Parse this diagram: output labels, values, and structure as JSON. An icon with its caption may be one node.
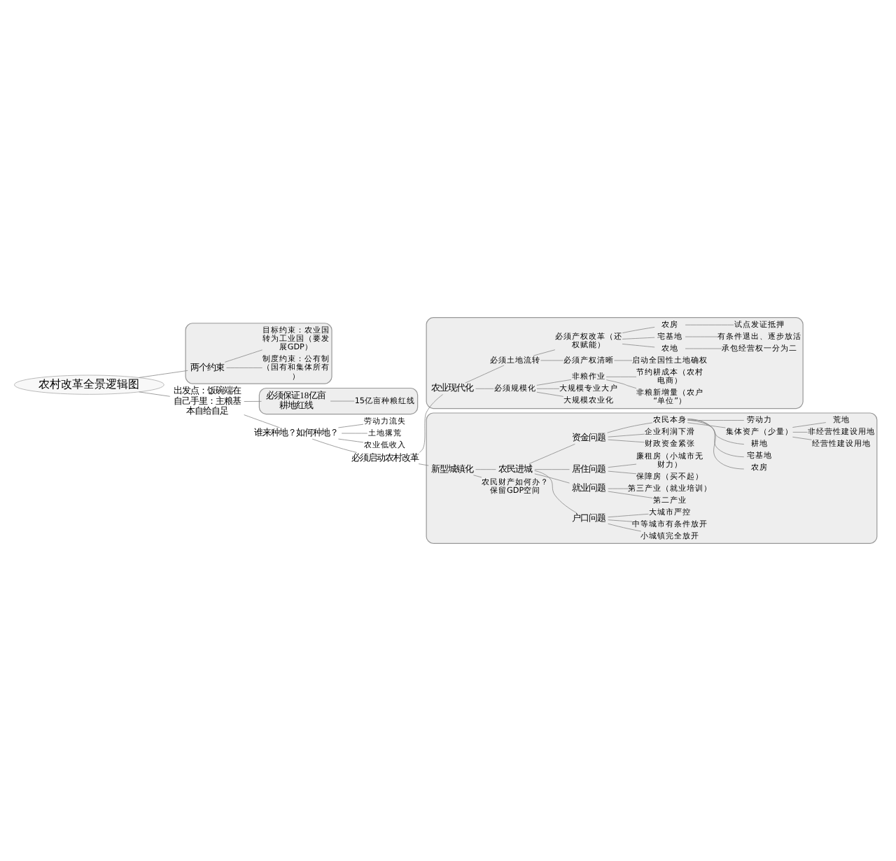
{
  "diagram": {
    "nodes": [
      {
        "text": [
          "农村改革全景逻辑图"
        ]
      },
      {
        "text": [],
        "shape": "cloud"
      },
      {
        "text": [
          "两个约束"
        ],
        "in": 1
      },
      {
        "text": [
          "制度约束：公有制（国有和集体所有）"
        ],
        "in": 1
      },
      {
        "text": [
          "目标约束：农业国转为工业国（要发展GDP）"
        ],
        "in": 1
      },
      {
        "text": [
          "出发点：饭碗端在自己手里：主粮基本自给自足"
        ]
      },
      {
        "text": [],
        "shape": "cloud"
      },
      {
        "text": [
          "必须保证18亿亩耕地红线"
        ],
        "in": 6
      },
      {
        "text": [
          "15亿亩种粮红线"
        ],
        "in": 6
      },
      {
        "text": [
          "谁来种地？如何种地？"
        ]
      },
      {
        "text": [
          "劳动力流失"
        ]
      },
      {
        "text": [
          "土地撂荒"
        ]
      },
      {
        "text": [
          "农业低收入"
        ]
      },
      {
        "text": [
          "必须启动农村改革"
        ]
      },
      {
        "text": [],
        "shape": "cloud"
      },
      {
        "text": [
          "农业现代化"
        ],
        "in": 14
      },
      {
        "text": [
          "必须规模化"
        ],
        "in": 14
      },
      {
        "text": [
          "大规模农业化"
        ],
        "in": 14
      },
      {
        "text": [
          "大规模专业大户"
        ],
        "in": 14
      },
      {
        "text": [
          "非粮作业"
        ],
        "in": 14
      },
      {
        "text": [
          "非粮新增量（农户“单位”）"
        ],
        "in": 14
      },
      {
        "text": [
          "节约耕成本（农村电商）"
        ],
        "in": 14
      },
      {
        "text": [
          "必须土地流转"
        ],
        "in": 14
      },
      {
        "text": [
          "必须产权清晰"
        ],
        "in": 14
      },
      {
        "text": [
          "启动全国性土地确权"
        ],
        "in": 14
      },
      {
        "text": [
          "必须产权改革（还权赋能）"
        ],
        "in": 14
      },
      {
        "text": [
          "农地"
        ],
        "in": 14
      },
      {
        "text": [
          "宅基地"
        ],
        "in": 14
      },
      {
        "text": [
          "农房"
        ],
        "in": 14
      },
      {
        "text": [
          "承包经营权一分为二"
        ],
        "in": 14
      },
      {
        "text": [
          "有条件退出、逐步放活"
        ],
        "in": 14
      },
      {
        "text": [
          "试点发证抵押"
        ],
        "in": 14
      },
      {
        "text": [],
        "shape": "cloud"
      },
      {
        "text": [
          "新型城镇化"
        ],
        "in": 32
      },
      {
        "text": [
          "农民财产如何办？保留GDP空间"
        ],
        "in": 32
      },
      {
        "text": [
          "农民进城"
        ],
        "in": 32
      },
      {
        "text": [
          "户口问题"
        ],
        "in": 32
      },
      {
        "text": [
          "小城镇完全放开"
        ],
        "in": 32
      },
      {
        "text": [
          "中等城市有条件放开"
        ],
        "in": 32
      },
      {
        "text": [
          "大城市严控"
        ],
        "in": 32
      },
      {
        "text": [
          "就业问题"
        ],
        "in": 32
      },
      {
        "text": [
          "第二产业"
        ],
        "in": 32
      },
      {
        "text": [
          "第三产业（就业培训）"
        ],
        "in": 32
      },
      {
        "text": [
          "居住问题"
        ],
        "in": 32
      },
      {
        "text": [
          "保障房（买不起）"
        ],
        "in": 32
      },
      {
        "text": [
          "廉租房（小城市无财力）"
        ],
        "in": 32
      },
      {
        "text": [
          "资金问题"
        ],
        "in": 32
      },
      {
        "text": [
          "财政资金紧张"
        ],
        "in": 32
      },
      {
        "text": [
          "企业利润下滑"
        ],
        "in": 32
      },
      {
        "text": [
          "农民本身"
        ],
        "in": 32
      },
      {
        "text": [
          "农房"
        ],
        "in": 32
      },
      {
        "text": [
          "宅基地"
        ],
        "in": 32
      },
      {
        "text": [
          "耕地"
        ],
        "in": 32
      },
      {
        "text": [
          "集体资产（少量）"
        ],
        "in": 32
      },
      {
        "text": [
          "经营性建设用地"
        ],
        "in": 32
      },
      {
        "text": [
          "非经营性建设用地"
        ],
        "in": 32
      },
      {
        "text": [
          "荒地"
        ],
        "in": 32
      },
      {
        "text": [
          "劳动力"
        ],
        "in": 32
      }
    ],
    "edges": [
      {
        "from": 0,
        "to": 2,
        "arrow": "none"
      },
      {
        "from": 2,
        "to": 3,
        "arrow": "none"
      },
      {
        "from": 2,
        "to": 4,
        "arrow": "none"
      },
      {
        "from": 0,
        "to": 5,
        "arrow": "none"
      },
      {
        "from": 5,
        "to": 7,
        "arrow": "none"
      },
      {
        "from": 7,
        "to": 8,
        "arrow": "none"
      },
      {
        "from": 5,
        "to": 9,
        "arrow": "none"
      },
      {
        "from": 9,
        "to": 10,
        "arrow": "none"
      },
      {
        "from": 9,
        "to": 11,
        "arrow": "none"
      },
      {
        "from": 9,
        "to": 12,
        "arrow": "none"
      },
      {
        "from": 9,
        "to": 13,
        "arrow": "none"
      },
      {
        "from": 13,
        "to": 15,
        "arrow": "none"
      },
      {
        "from": 15,
        "to": 16,
        "arrow": "none"
      },
      {
        "from": 16,
        "to": 17,
        "arrow": "none"
      },
      {
        "from": 16,
        "to": 18,
        "arrow": "none"
      },
      {
        "from": 16,
        "to": 19,
        "arrow": "none"
      },
      {
        "from": 19,
        "to": 20,
        "arrow": "none"
      },
      {
        "from": 19,
        "to": 21,
        "arrow": "none"
      },
      {
        "from": 15,
        "to": 22,
        "arrow": "none"
      },
      {
        "from": 22,
        "to": 23,
        "arrow": "none"
      },
      {
        "from": 23,
        "to": 24,
        "arrow": "none"
      },
      {
        "from": 22,
        "to": 25,
        "arrow": "none"
      },
      {
        "from": 25,
        "to": 26,
        "arrow": "none"
      },
      {
        "from": 25,
        "to": 27,
        "arrow": "none"
      },
      {
        "from": 25,
        "to": 28,
        "arrow": "none"
      },
      {
        "from": 26,
        "to": 29,
        "arrow": "none"
      },
      {
        "from": 27,
        "to": 30,
        "arrow": "none"
      },
      {
        "from": 28,
        "to": 31,
        "arrow": "none"
      },
      {
        "from": 13,
        "to": 33,
        "arrow": "none"
      },
      {
        "from": 33,
        "to": 34,
        "arrow": "none"
      },
      {
        "from": 33,
        "to": 35,
        "arrow": "none"
      },
      {
        "from": 35,
        "to": 36,
        "arrow": "none"
      },
      {
        "from": 36,
        "to": 37,
        "arrow": "none"
      },
      {
        "from": 36,
        "to": 38,
        "arrow": "none"
      },
      {
        "from": 36,
        "to": 39,
        "arrow": "none"
      },
      {
        "from": 35,
        "to": 40,
        "arrow": "none"
      },
      {
        "from": 40,
        "to": 41,
        "arrow": "none"
      },
      {
        "from": 40,
        "to": 42,
        "arrow": "none"
      },
      {
        "from": 35,
        "to": 43,
        "arrow": "none"
      },
      {
        "from": 43,
        "to": 44,
        "arrow": "none"
      },
      {
        "from": 43,
        "to": 45,
        "arrow": "none"
      },
      {
        "from": 35,
        "to": 46,
        "arrow": "none"
      },
      {
        "from": 46,
        "to": 47,
        "arrow": "none"
      },
      {
        "from": 46,
        "to": 48,
        "arrow": "none"
      },
      {
        "from": 46,
        "to": 49,
        "arrow": "none"
      },
      {
        "from": 49,
        "to": 50,
        "arrow": "none"
      },
      {
        "from": 49,
        "to": 51,
        "arrow": "none"
      },
      {
        "from": 49,
        "to": 52,
        "arrow": "none"
      },
      {
        "from": 49,
        "to": 53,
        "arrow": "none"
      },
      {
        "from": 53,
        "to": 54,
        "arrow": "none"
      },
      {
        "from": 53,
        "to": 55,
        "arrow": "none"
      },
      {
        "from": 53,
        "to": 56,
        "arrow": "none"
      },
      {
        "from": 49,
        "to": 57,
        "arrow": "none"
      }
    ]
  }
}
